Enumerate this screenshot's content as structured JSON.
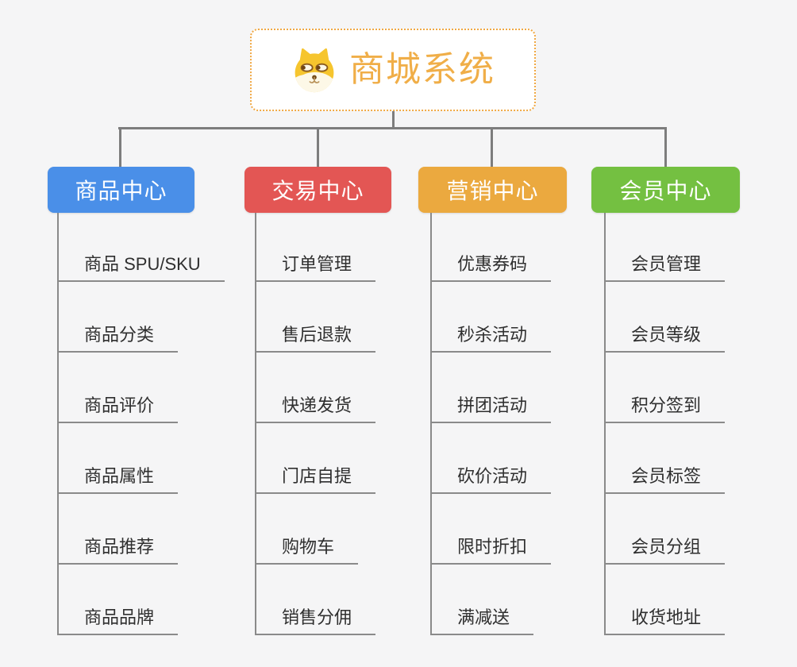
{
  "page": {
    "background_color": "#f5f5f6",
    "connector_color": "#7d7d7d",
    "underline_color": "#8a8a8a"
  },
  "root": {
    "title": "商城系统",
    "icon": "doge-icon",
    "title_color": "#f0ae48",
    "border_color": "#f0a843"
  },
  "branches": [
    {
      "id": "product-center",
      "label": "商品中心",
      "color": "#4a8fe8",
      "items": [
        "商品 SPU/SKU",
        "商品分类",
        "商品评价",
        "商品属性",
        "商品推荐",
        "商品品牌"
      ]
    },
    {
      "id": "trade-center",
      "label": "交易中心",
      "color": "#e35654",
      "items": [
        "订单管理",
        "售后退款",
        "快递发货",
        "门店自提",
        "购物车",
        "销售分佣"
      ]
    },
    {
      "id": "marketing-center",
      "label": "营销中心",
      "color": "#eba93f",
      "items": [
        "优惠券码",
        "秒杀活动",
        "拼团活动",
        "砍价活动",
        "限时折扣",
        "满减送"
      ]
    },
    {
      "id": "member-center",
      "label": "会员中心",
      "color": "#74c041",
      "items": [
        "会员管理",
        "会员等级",
        "积分签到",
        "会员标签",
        "会员分组",
        "收货地址"
      ]
    }
  ]
}
